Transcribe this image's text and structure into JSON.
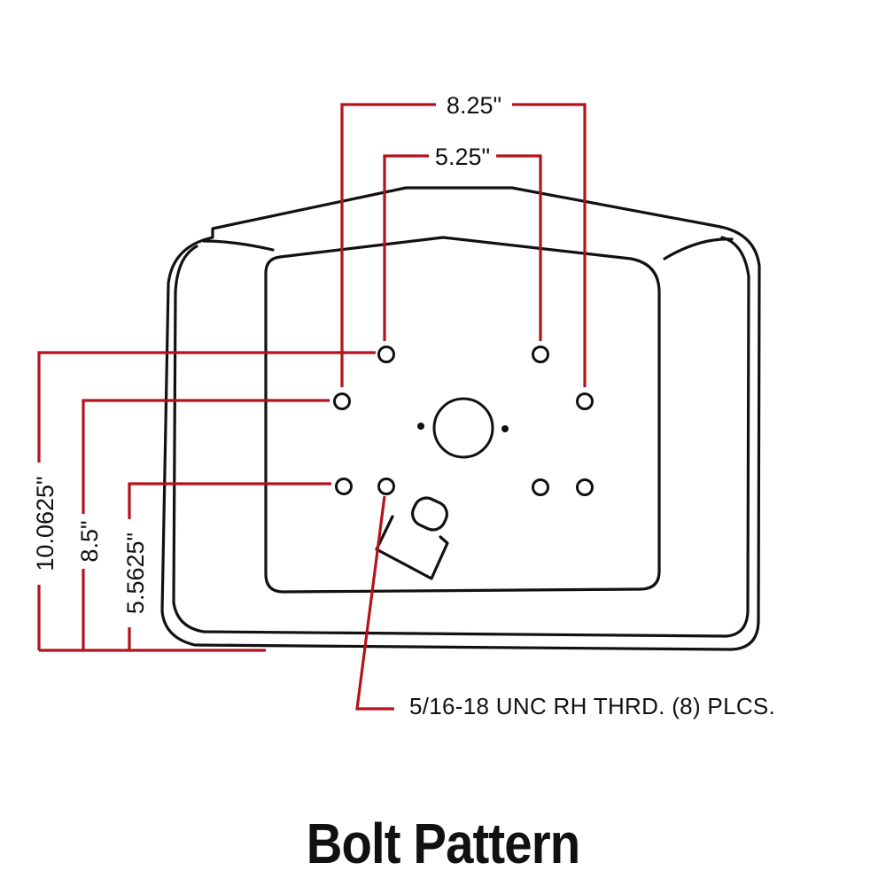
{
  "title": "Bolt Pattern",
  "dimensions": {
    "outer_width": "8.25\"",
    "inner_width": "5.25\"",
    "height_top": "10.0625\"",
    "height_mid": "8.5\"",
    "height_low": "5.5625\""
  },
  "callout": "5/16-18 UNC RH THRD. (8) PLCS.",
  "colors": {
    "dimension_line": "#b5121b",
    "outline": "#111111",
    "background": "#ffffff"
  }
}
